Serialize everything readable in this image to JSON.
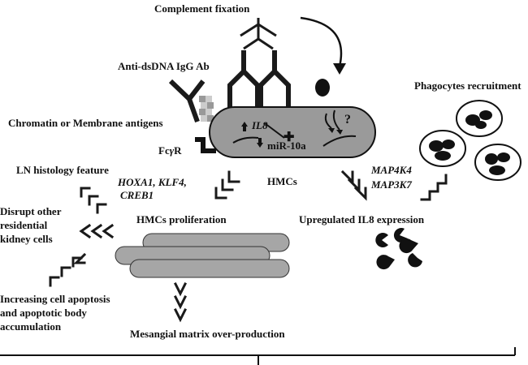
{
  "labels": {
    "complement_fixation": "Complement fixation",
    "anti_dsdna": "Anti-dsDNA IgG Ab",
    "phagocytes": "Phagocytes recruitment",
    "chromatin": "Chromatin or Membrane antigens",
    "fcgr_prefix": "Fc",
    "fcgr_gamma": "γ",
    "fcgr_suffix": "R",
    "il8_gene": "IL8",
    "mir10a": "miR-10a",
    "question": "?",
    "ln_histology": "LN histology feature",
    "hoxa1": "HOXA1, KLF4,",
    "creb1": "CREB1",
    "hmcs": "HMCs",
    "map4k4": "MAP4K4",
    "map3k7": "MAP3K7",
    "disrupt_1": "Disrupt other",
    "disrupt_2": "residential",
    "disrupt_3": "kidney cells",
    "hmcs_prolif": "HMCs proliferation",
    "upreg_il8": "Upregulated IL8 expression",
    "apop_1": "Increasing cell apoptosis",
    "apop_2": "and apoptotic body",
    "apop_3": "accumulation",
    "mesangial": "Mesangial matrix over-production"
  },
  "colors": {
    "cell_fill": "#9a9a9a",
    "mesangial_fill": "#a6a6a6",
    "ink": "#1a1a1a",
    "phagocyte_fill": "#ffffff"
  },
  "icons": [
    "antibody-icon",
    "complement-icon",
    "receptor-icon",
    "phagocyte-icon",
    "il8-particle-icon"
  ]
}
